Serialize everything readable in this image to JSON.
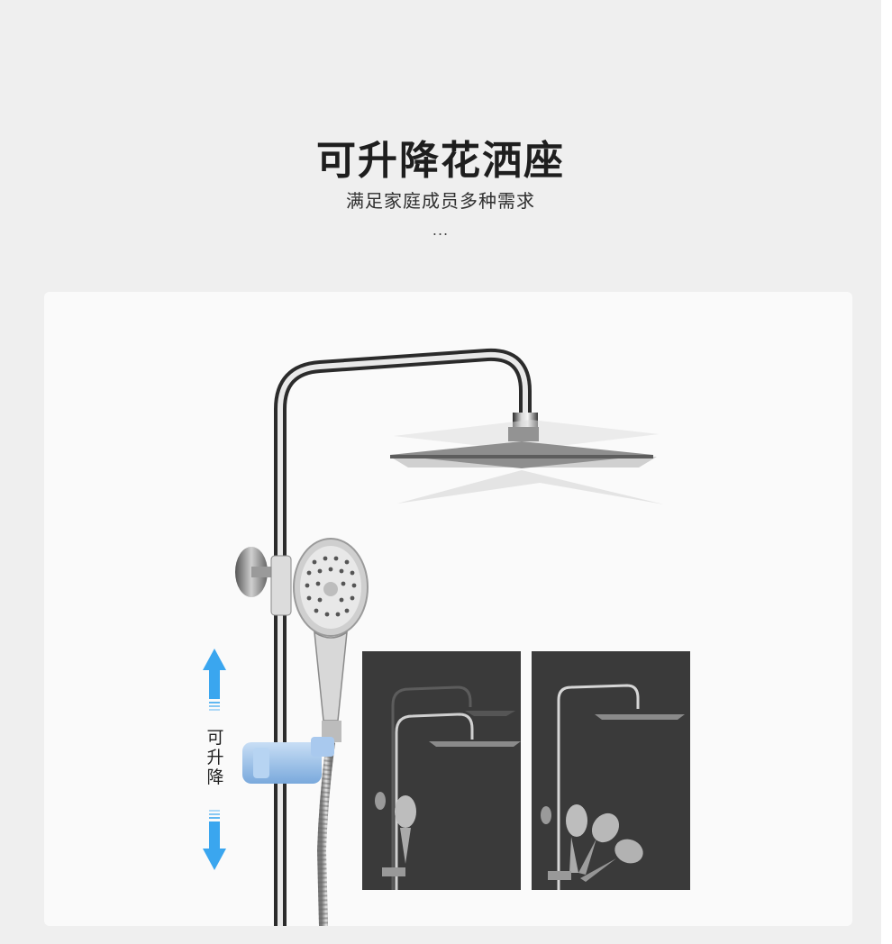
{
  "header": {
    "title": "可升降花洒座",
    "subtitle": "满足家庭成员多种需求",
    "ellipsis": "..."
  },
  "product": {
    "lift_label": "可升降",
    "arrow_color": "#3aa6ef",
    "slider_color": "#9ec5ec"
  },
  "insets": [
    {
      "background": "#3a3a3a"
    },
    {
      "background": "#3a3a3a"
    }
  ]
}
